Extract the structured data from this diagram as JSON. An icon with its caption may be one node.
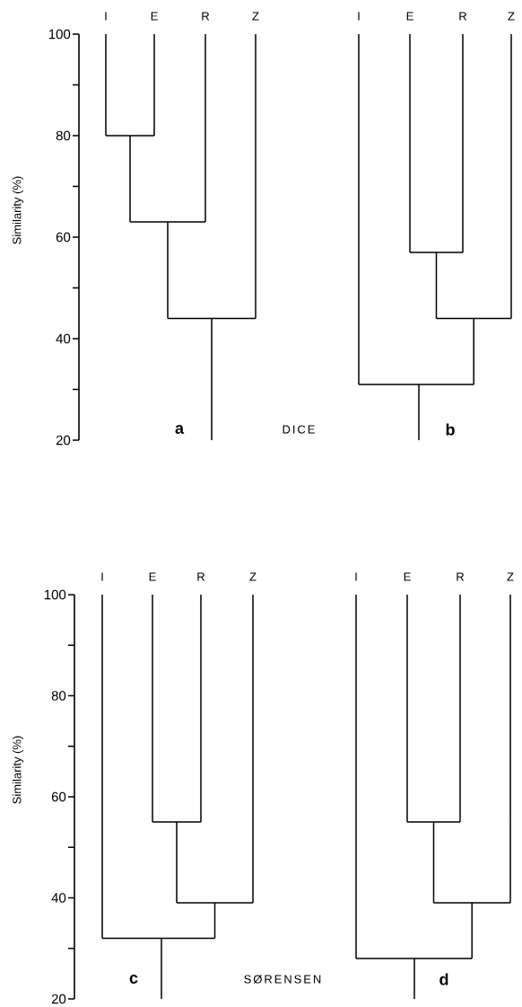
{
  "diagram": {
    "labels": [
      "Similarity (%)",
      "100",
      "80",
      "60",
      "40",
      "20",
      "I",
      "E",
      "R",
      "Z",
      "I",
      "E",
      "R",
      "Z",
      "a",
      "DICE",
      "b",
      "Similarity (%)",
      "100",
      "80",
      "60",
      "40",
      "20",
      "I",
      "E",
      "R",
      "Z",
      "I",
      "E",
      "R",
      "Z",
      "c",
      "SØRENSEN",
      "d"
    ]
  }
}
